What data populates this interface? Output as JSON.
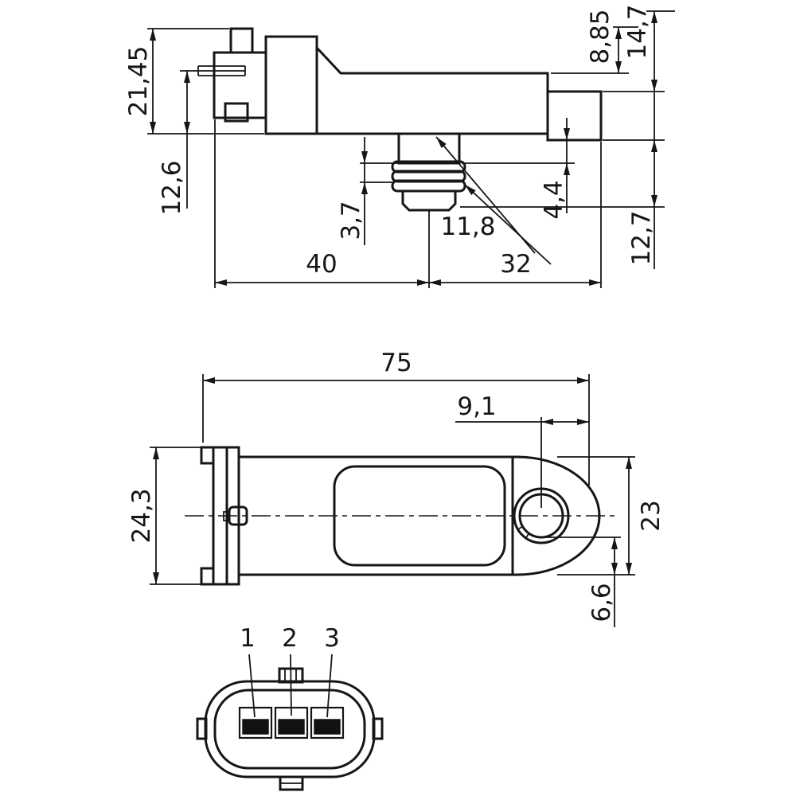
{
  "views": {
    "side": {
      "dims": {
        "height_total": "21,45",
        "height_lower": "12,6",
        "top_to_body": "8,85",
        "top_to_flange": "14,7",
        "step": "4,4",
        "flange_height": "12,7",
        "rib_pitch": "3,7",
        "port_diameter": "11,8",
        "length_left": "40",
        "length_right": "32"
      }
    },
    "top": {
      "dims": {
        "overall_length": "75",
        "hole_to_end": "9,1",
        "body_width": "24,3",
        "end_width": "23",
        "hole_to_edge": "6,6"
      }
    },
    "pins": {
      "labels": [
        "1",
        "2",
        "3"
      ]
    }
  },
  "colors": {
    "line": "#161616",
    "pin_fill": "#111111",
    "background": "#ffffff"
  }
}
